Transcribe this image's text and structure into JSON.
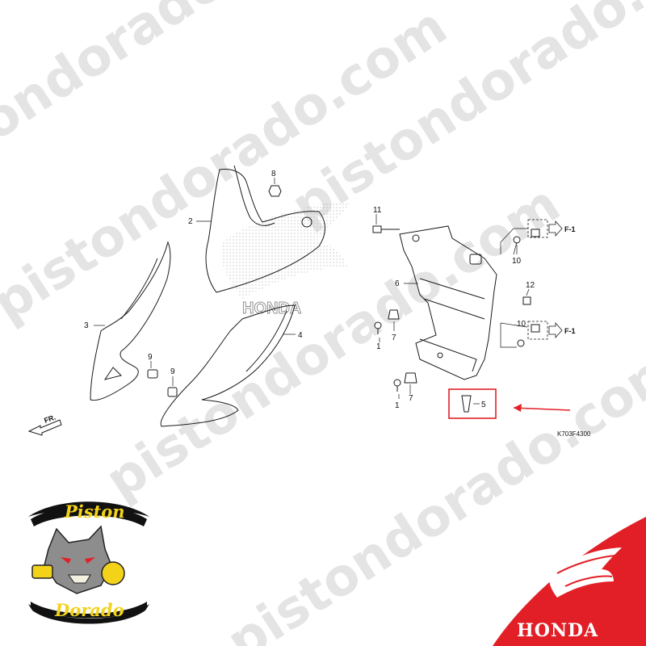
{
  "watermark": "pistondorado.com",
  "diagram_code": "K703F4300",
  "front_label": "FR.",
  "ref_label": "F-1",
  "background_honda_text": "HONDA",
  "callouts": {
    "c1a": "1",
    "c1b": "1",
    "c2": "2",
    "c3": "3",
    "c4": "4",
    "c5": "5",
    "c6": "6",
    "c7a": "7",
    "c7b": "7",
    "c8": "8",
    "c9a": "9",
    "c9b": "9",
    "c10a": "10",
    "c10b": "10",
    "c11": "11",
    "c12": "12"
  },
  "logo_piston": {
    "top_text": "Piston",
    "bottom_text": "Dorado"
  },
  "honda_badge": {
    "brand": "HONDA"
  },
  "colors": {
    "red": "#e21f26",
    "logo_yellow": "#f3d21a",
    "line": "#1a1a1a",
    "watermark": "#cfcfcf"
  }
}
